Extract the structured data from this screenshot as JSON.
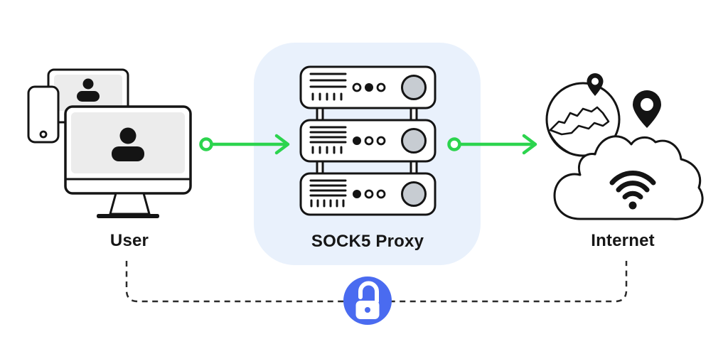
{
  "diagram": {
    "nodes": {
      "user": {
        "label": "User",
        "icon": "user-devices-icon"
      },
      "proxy": {
        "label": "SOCK5 Proxy",
        "icon": "server-stack-icon"
      },
      "internet": {
        "label": "Internet",
        "icon": "globe-cloud-wifi-icon"
      }
    },
    "connections": {
      "user_to_proxy": "green-arrow",
      "proxy_to_internet": "green-arrow",
      "user_to_internet": "dashed-secure-line",
      "secure_icon": "unlocked-padlock-icon"
    },
    "colors": {
      "arrow_green": "#2cd44e",
      "lock_blue": "#4a6bf0",
      "panel_blue": "#e9f1fc",
      "outline_dark": "#141414",
      "screen_gray": "#ececec",
      "knob_gray": "#c7ccd2",
      "dash_dark": "#2b2b2b",
      "canvas_white": "#ffffff"
    }
  }
}
